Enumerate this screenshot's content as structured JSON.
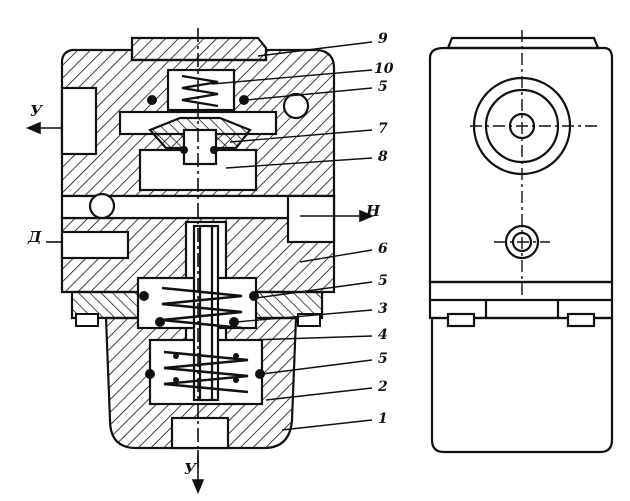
{
  "diagram": {
    "part_numbers": [
      "9",
      "10",
      "5",
      "7",
      "8",
      "6",
      "5",
      "3",
      "4",
      "5",
      "2",
      "1"
    ],
    "port_labels": {
      "left_top": "У",
      "bottom": "У",
      "left": "Д",
      "right": "Н"
    },
    "colors": {
      "ink": "#111111",
      "background": "#ffffff"
    }
  }
}
